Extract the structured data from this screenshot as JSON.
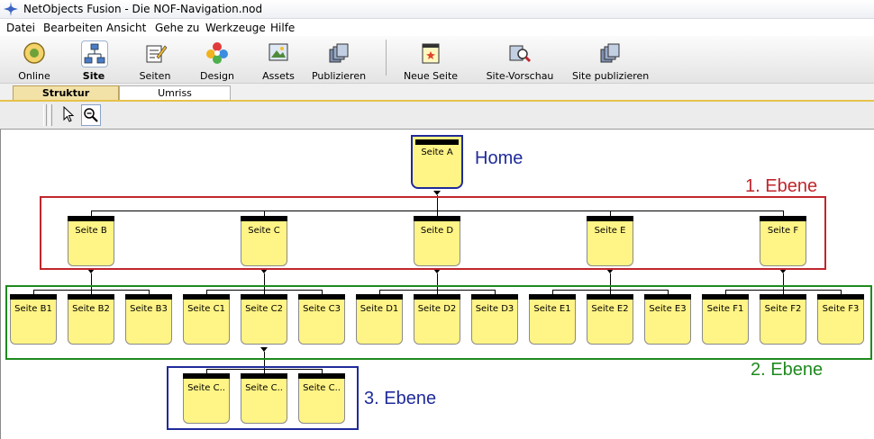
{
  "window": {
    "title": "NetObjects Fusion - Die NOF-Navigation.nod"
  },
  "menu": [
    "Datei",
    "Bearbeiten",
    "Ansicht",
    "Gehe zu",
    "Werkzeuge",
    "Hilfe"
  ],
  "toolbar": [
    {
      "label": "Online",
      "icon": "online-icon"
    },
    {
      "label": "Site",
      "icon": "site-icon",
      "active": true
    },
    {
      "label": "Seiten",
      "icon": "seiten-icon"
    },
    {
      "label": "Design",
      "icon": "design-icon"
    },
    {
      "label": "Assets",
      "icon": "assets-icon"
    },
    {
      "label": "Publizieren",
      "icon": "publizieren-icon"
    },
    {
      "label": "Neue Seite",
      "icon": "neue-seite-icon"
    },
    {
      "label": "Site-Vorschau",
      "icon": "site-vorschau-icon"
    },
    {
      "label": "Site publizieren",
      "icon": "site-publizieren-icon"
    }
  ],
  "tabs": [
    {
      "label": "Struktur",
      "selected": true
    },
    {
      "label": "Umriss",
      "selected": false
    }
  ],
  "tools": [
    {
      "icon": "arrow-pointer-icon"
    },
    {
      "icon": "zoom-icon",
      "active": true
    }
  ],
  "site": {
    "home": "Seite A",
    "level1": [
      "Seite B",
      "Seite C",
      "Seite D",
      "Seite E",
      "Seite F"
    ],
    "level2": [
      [
        "Seite B1",
        "Seite B2",
        "Seite B3"
      ],
      [
        "Seite C1",
        "Seite C2",
        "Seite C3"
      ],
      [
        "Seite D1",
        "Seite D2",
        "Seite D3"
      ],
      [
        "Seite E1",
        "Seite E2",
        "Seite E3"
      ],
      [
        "Seite F1",
        "Seite F2",
        "Seite F3"
      ]
    ],
    "level3": [
      "Seite C..",
      "Seite C..",
      "Seite C.."
    ]
  },
  "annotations": {
    "home": "Home",
    "level1": "1. Ebene",
    "level2": "2. Ebene",
    "level3": "3. Ebene"
  },
  "colors": {
    "home": "#1f2b9a",
    "level1": "#c0262c",
    "level2": "#1e8a1e",
    "level3": "#1f2b9a",
    "page": "#fff486"
  }
}
